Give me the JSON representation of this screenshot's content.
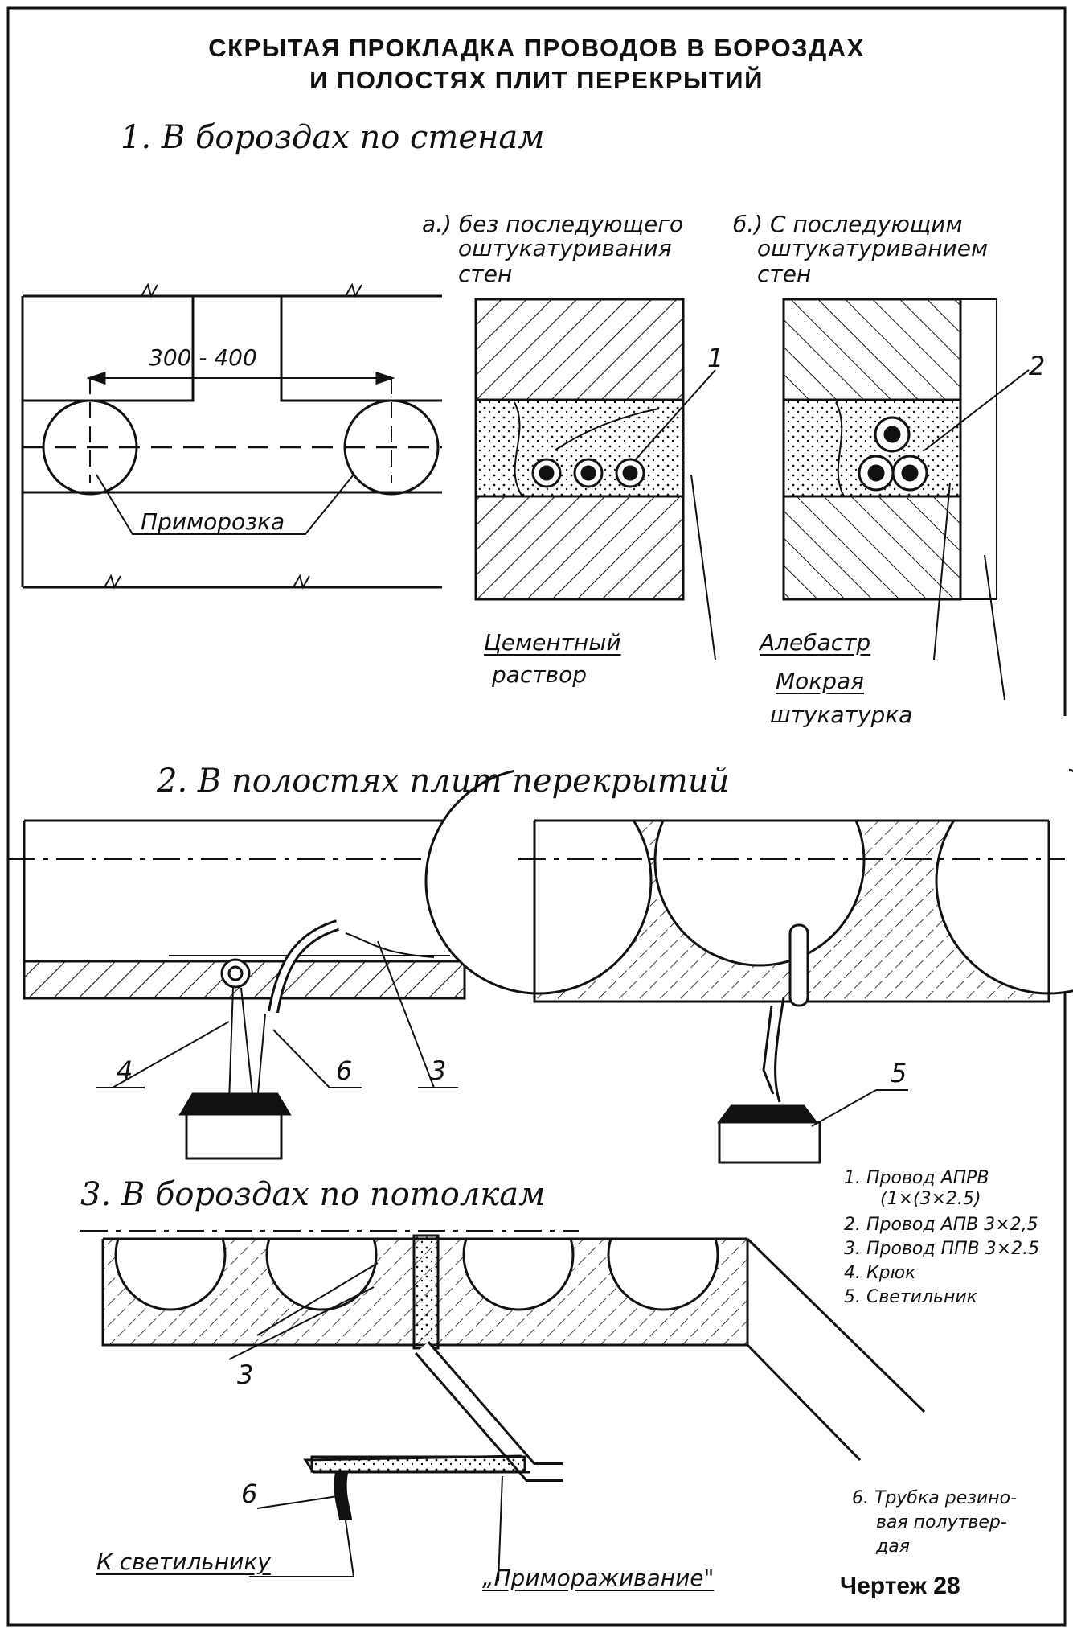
{
  "title": {
    "line1": "СКРЫТАЯ ПРОКЛАДКА ПРОВОДОВ В БОРОЗДАХ",
    "line2": "И ПОЛОСТЯХ ПЛИТ ПЕРЕКРЫТИЙ"
  },
  "section1": {
    "heading": "1. В бороздах по стенам",
    "dimension": "300 - 400",
    "freeze_label": "Приморозка",
    "variant_a": {
      "line1": "а.) без последующего",
      "line2": "оштукатуривания",
      "line3": "стен"
    },
    "variant_b": {
      "line1": "б.) С последующим",
      "line2": "оштукатуриванием",
      "line3": "стен"
    },
    "cement_label": {
      "line1": "Цементный",
      "line2": "раствор"
    },
    "alabaster_label": "Алебастр",
    "plaster_label": {
      "line1": "Мокрая",
      "line2": "штукатурка"
    },
    "callout_1": "1",
    "callout_2": "2"
  },
  "section2": {
    "heading": "2. В полостях плит перекрытий",
    "callouts": [
      "4",
      "6",
      "3",
      "5"
    ]
  },
  "section3": {
    "heading": "3. В бороздах по потолкам",
    "callout_3": "3",
    "callout_6": "6",
    "to_lamp": "К светильнику",
    "freezing": "„Примораживание\""
  },
  "legend": {
    "items": [
      {
        "line1": "1. Провод АПРВ",
        "line2": "(1×(3×2.5)"
      },
      {
        "line1": "2. Провод АПВ 3×2,5"
      },
      {
        "line1": "3. Провод ППВ 3×2.5"
      },
      {
        "line1": "4. Крюк"
      },
      {
        "line1": "5. Светильник"
      }
    ],
    "tube": {
      "line1": "6. Трубка резино-",
      "line2": "вая полутвер-",
      "line3": "дая"
    }
  },
  "drawing_number": "Чертеж 28"
}
